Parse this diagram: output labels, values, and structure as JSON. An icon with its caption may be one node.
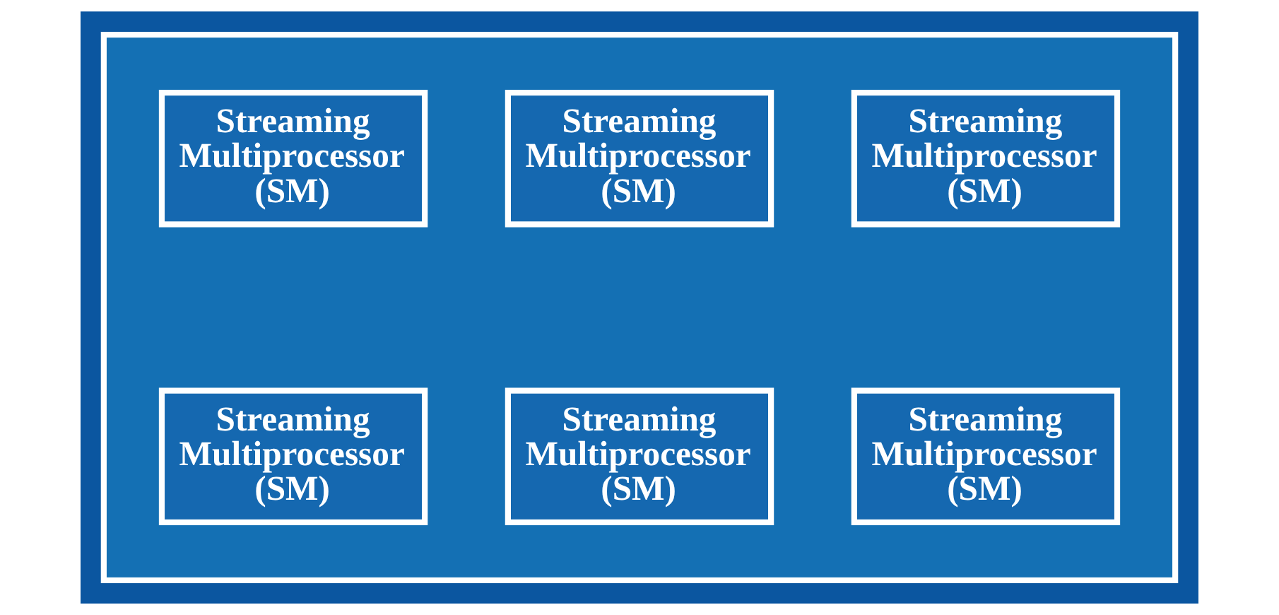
{
  "diagram": {
    "nodes": [
      {
        "text": [],
        "shape": "box"
      },
      {
        "text": [
          "Streaming Multiprocessor (SM)"
        ],
        "in": 0
      },
      {
        "text": [
          "Streaming Multiprocessor (SM)"
        ],
        "in": 0
      },
      {
        "text": [
          "Streaming Multiprocessor (SM)"
        ],
        "in": 0
      },
      {
        "text": [
          "Streaming Multiprocessor (SM)"
        ],
        "in": 0
      },
      {
        "text": [
          "Streaming Multiprocessor (SM)"
        ],
        "in": 0
      },
      {
        "text": [
          "Streaming Multiprocessor (SM)"
        ],
        "in": 0
      }
    ],
    "edges": []
  }
}
